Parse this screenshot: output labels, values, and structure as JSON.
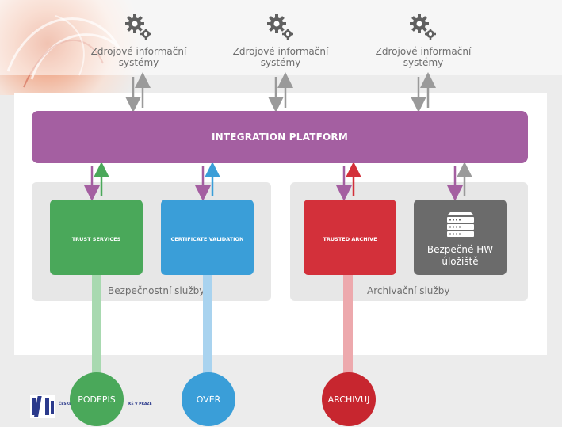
{
  "sources": [
    {
      "label_line1": "Zdrojové informační",
      "label_line2": "systémy",
      "icon": "gears-icon"
    },
    {
      "label_line1": "Zdrojové informační",
      "label_line2": "systémy",
      "icon": "gears-icon"
    },
    {
      "label_line1": "Zdrojové informační",
      "label_line2": "systémy",
      "icon": "gears-icon"
    }
  ],
  "platform": {
    "label": "INTEGRATION PLATFORM",
    "color": "#a45fa1"
  },
  "groups": {
    "security": {
      "label": "Bezpečnostní služby"
    },
    "archive": {
      "label": "Archivační služby"
    }
  },
  "services": {
    "trust": {
      "label": "TRUST SERVICES",
      "color": "#4aa85a"
    },
    "cert": {
      "label": "CERTIFICATE VALIDATION",
      "color": "#3a9ed8"
    },
    "archive": {
      "label": "TRUSTED ARCHIVE",
      "color": "#d3303a"
    },
    "hw": {
      "label_line1": "Bezpečné HW",
      "label_line2": "úložiště",
      "color": "#6b6b6b",
      "icon": "server-icon"
    }
  },
  "actions": {
    "sign": {
      "label": "PODEPIŠ",
      "color": "#4aa85a"
    },
    "verify": {
      "label": "OVĚŘ",
      "color": "#3a9ed8"
    },
    "archive": {
      "label": "ARCHIVUJ",
      "color": "#c7262f"
    }
  },
  "logo": {
    "text_left": "ČESKÉ",
    "text_right": "KÉ V PRAZE"
  }
}
